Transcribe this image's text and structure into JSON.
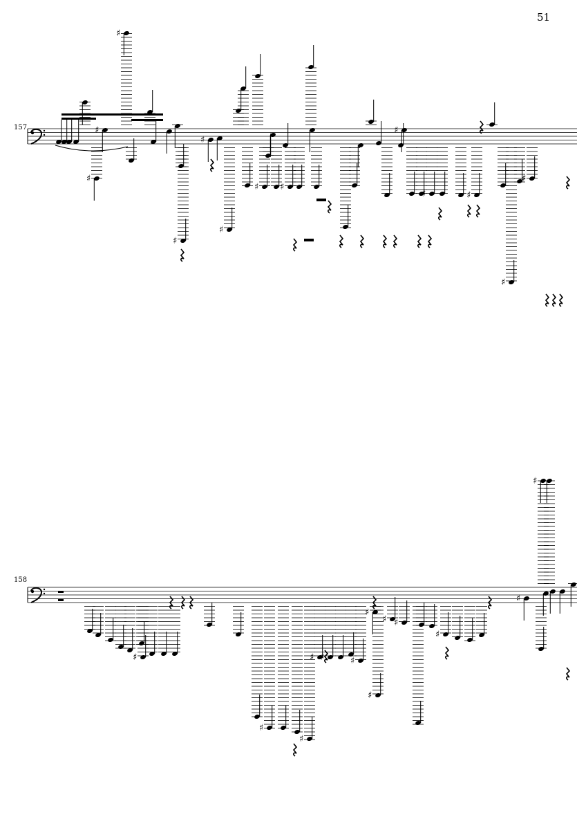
{
  "page": {
    "page_number": "51"
  },
  "systems": [
    {
      "measure_number": "157",
      "clef": "bass"
    },
    {
      "measure_number": "158",
      "clef": "bass"
    }
  ]
}
